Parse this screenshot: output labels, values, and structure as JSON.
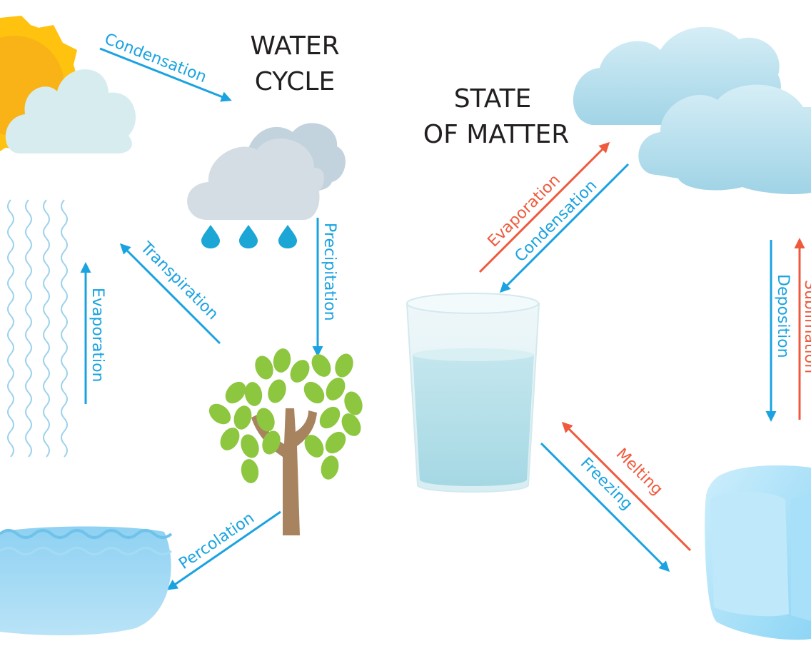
{
  "titles": {
    "water_cycle_line1": "WATER",
    "water_cycle_line2": "CYCLE",
    "state_of_matter_line1": "STATE",
    "state_of_matter_line2": "OF MATTER"
  },
  "labels": {
    "condensation_top": "Condensation",
    "transpiration": "Transpiration",
    "evaporation_left": "Evaporation",
    "precipitation": "Precipitation",
    "percolation": "Percolation",
    "evaporation_right": "Evaporation",
    "condensation_right": "Condensation",
    "deposition": "Deposition",
    "sublimation": "Sublimation",
    "melting": "Melting",
    "freezing": "Freezing"
  },
  "colors": {
    "blue_arrow": "#1aa3e0",
    "red_arrow": "#ef5a3c",
    "title_text": "#231f20",
    "sun": "#ffc20e",
    "tree_trunk": "#a8835f",
    "leaf": "#8dc63f"
  },
  "icons": [
    "sun-icon",
    "cloud-icon",
    "rain-cloud-icon",
    "wavy-water-icon",
    "tree-icon",
    "lake-icon",
    "glass-of-water-icon",
    "ice-cube-icon",
    "big-cloud-icon"
  ]
}
